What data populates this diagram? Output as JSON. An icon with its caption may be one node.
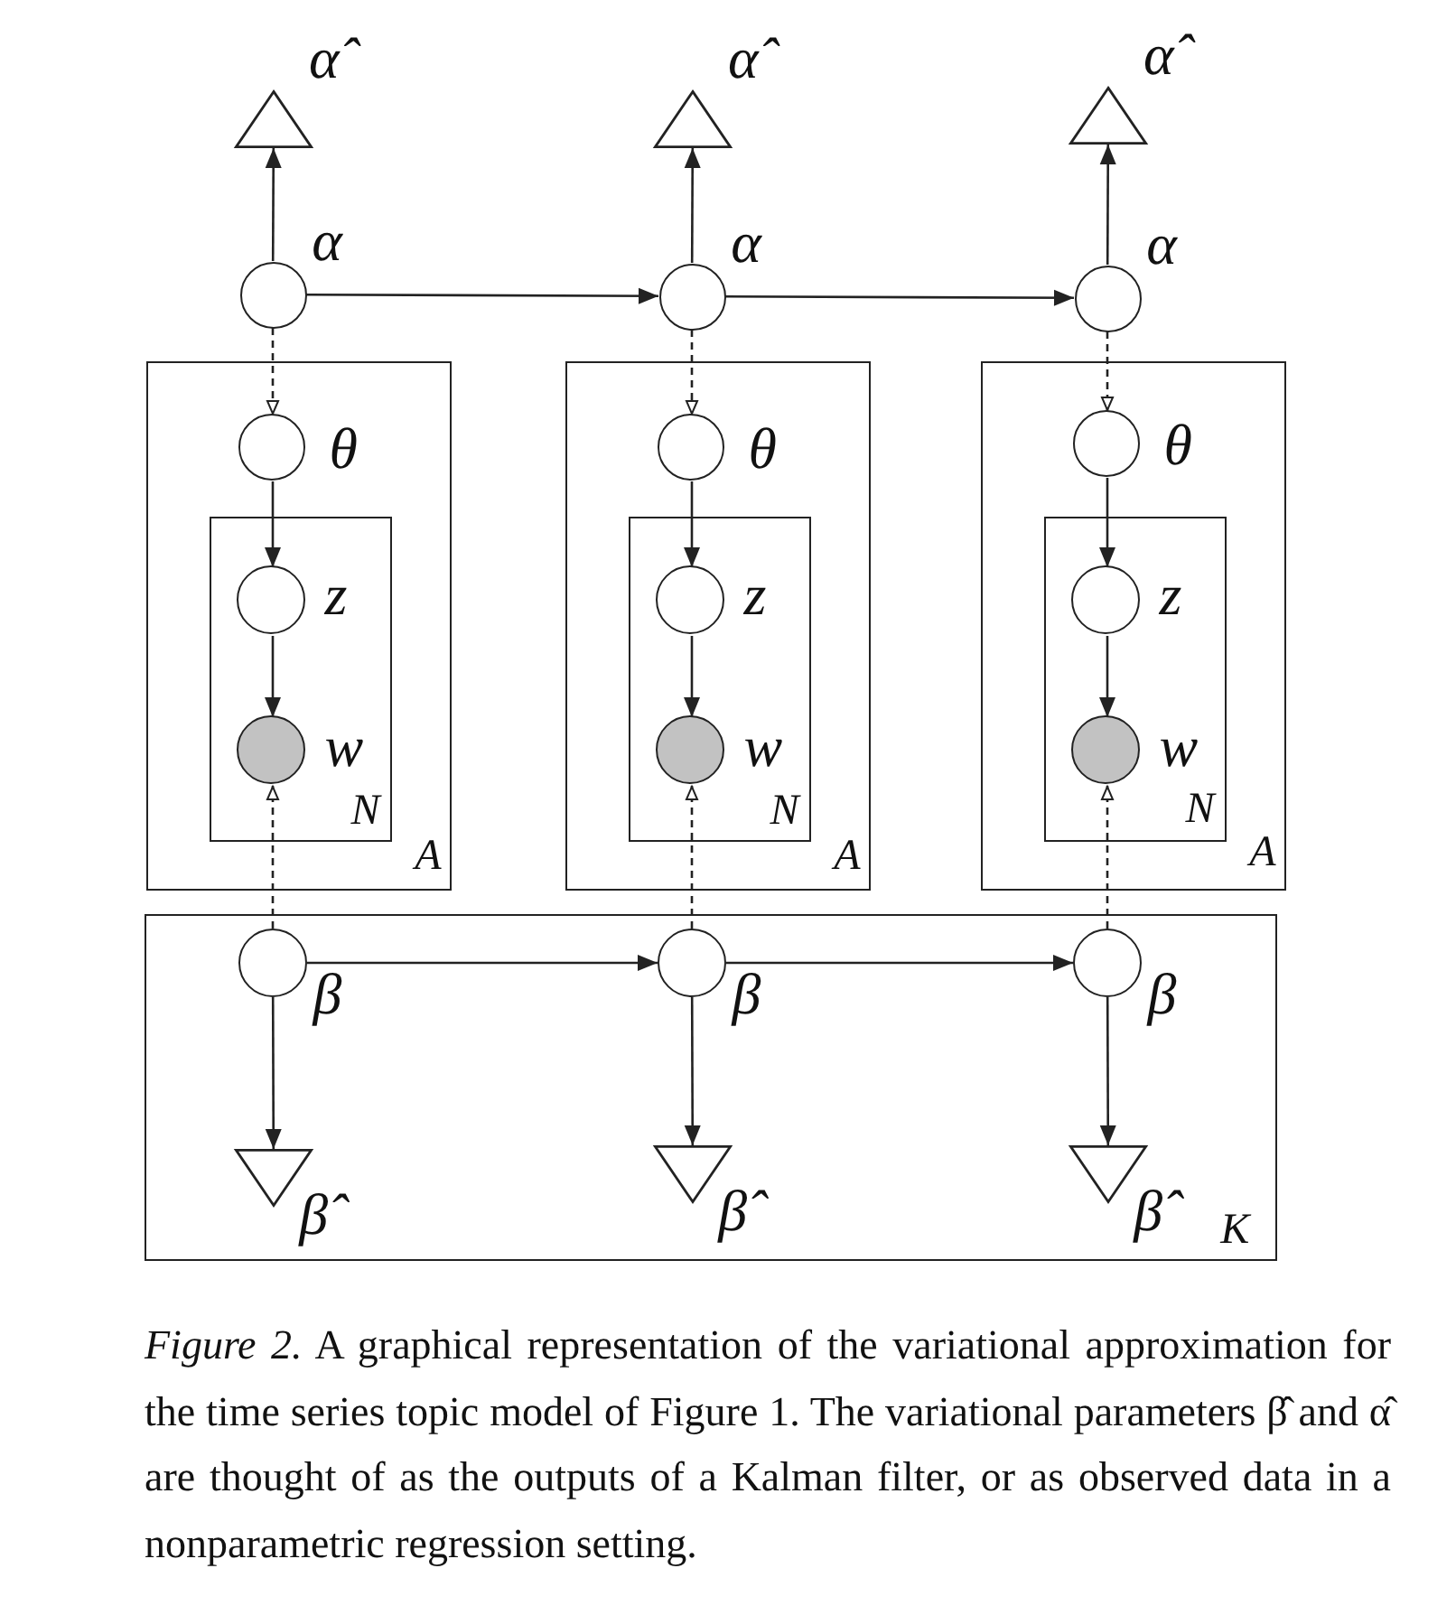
{
  "diagram": {
    "caption": "*Figure 2.* A graphical representation of the variational approximation for the time series topic model of Figure 1. The variational parameters β̂ and α̂ are thought of as the outputs of a Kalman filter, or as observed data in a nonparametric regression setting.",
    "nodes": [
      {
        "text": [],
        "shape": "triangle",
        "beside": [
          "α̂"
        ]
      },
      {
        "text": [],
        "shape": "triangle",
        "beside": [
          "α̂"
        ]
      },
      {
        "text": [],
        "shape": "triangle",
        "beside": [
          "α̂"
        ]
      },
      {
        "text": [],
        "shape": "circle",
        "beside": [
          "α"
        ]
      },
      {
        "text": [],
        "shape": "circle",
        "beside": [
          "α"
        ]
      },
      {
        "text": [],
        "shape": "circle",
        "beside": [
          "α"
        ]
      },
      {
        "text": [
          "A"
        ]
      },
      {
        "text": [],
        "shape": "circle",
        "beside": [
          "θ"
        ],
        "in": 6
      },
      {
        "text": [
          "N"
        ],
        "in": 6
      },
      {
        "text": [],
        "shape": "circle",
        "beside": [
          "z"
        ],
        "in": 8
      },
      {
        "text": [],
        "shape": "circle",
        "beside": [
          "w"
        ],
        "in": 8
      },
      {
        "text": [
          "A"
        ]
      },
      {
        "text": [],
        "shape": "circle",
        "beside": [
          "θ"
        ],
        "in": 11
      },
      {
        "text": [
          "N"
        ],
        "in": 11
      },
      {
        "text": [],
        "shape": "circle",
        "beside": [
          "z"
        ],
        "in": 13
      },
      {
        "text": [],
        "shape": "circle",
        "beside": [
          "w"
        ],
        "in": 13
      },
      {
        "text": [
          "A"
        ]
      },
      {
        "text": [],
        "shape": "circle",
        "beside": [
          "θ"
        ],
        "in": 16
      },
      {
        "text": [
          "N"
        ],
        "in": 16
      },
      {
        "text": [],
        "shape": "circle",
        "beside": [
          "z"
        ],
        "in": 18
      },
      {
        "text": [],
        "shape": "circle",
        "beside": [
          "w"
        ],
        "in": 18
      },
      {
        "text": [
          "K"
        ]
      },
      {
        "text": [],
        "shape": "circle",
        "beside": [
          "β"
        ],
        "in": 21
      },
      {
        "text": [],
        "shape": "circle",
        "beside": [
          "β"
        ],
        "in": 21
      },
      {
        "text": [],
        "shape": "circle",
        "beside": [
          "β"
        ],
        "in": 21
      },
      {
        "text": [],
        "shape": "triangle",
        "beside": [
          "β̂"
        ],
        "in": 21
      },
      {
        "text": [],
        "shape": "triangle",
        "beside": [
          "β̂"
        ],
        "in": 21
      },
      {
        "text": [],
        "shape": "triangle",
        "beside": [
          "β̂"
        ],
        "in": 21
      }
    ],
    "edges": [
      {
        "from": 3,
        "to": 0,
        "arrow": "to"
      },
      {
        "from": 4,
        "to": 1,
        "arrow": "to"
      },
      {
        "from": 5,
        "to": 2,
        "arrow": "to"
      },
      {
        "from": 3,
        "to": 4,
        "arrow": "to"
      },
      {
        "from": 4,
        "to": 5,
        "arrow": "to"
      },
      {
        "from": 3,
        "to": 7,
        "arrow": "to",
        "style": "dashed"
      },
      {
        "from": 4,
        "to": 12,
        "arrow": "to",
        "style": "dashed"
      },
      {
        "from": 5,
        "to": 17,
        "arrow": "to",
        "style": "dashed"
      },
      {
        "from": 7,
        "to": 9,
        "arrow": "to"
      },
      {
        "from": 9,
        "to": 10,
        "arrow": "to"
      },
      {
        "from": 12,
        "to": 14,
        "arrow": "to"
      },
      {
        "from": 14,
        "to": 15,
        "arrow": "to"
      },
      {
        "from": 17,
        "to": 19,
        "arrow": "to"
      },
      {
        "from": 19,
        "to": 20,
        "arrow": "to"
      },
      {
        "from": 22,
        "to": 10,
        "arrow": "to",
        "style": "dashed"
      },
      {
        "from": 23,
        "to": 15,
        "arrow": "to",
        "style": "dashed"
      },
      {
        "from": 24,
        "to": 20,
        "arrow": "to",
        "style": "dashed"
      },
      {
        "from": 22,
        "to": 23,
        "arrow": "to"
      },
      {
        "from": 23,
        "to": 24,
        "arrow": "to"
      },
      {
        "from": 22,
        "to": 25,
        "arrow": "to"
      },
      {
        "from": 23,
        "to": 26,
        "arrow": "to"
      },
      {
        "from": 24,
        "to": 27,
        "arrow": "to"
      }
    ]
  }
}
